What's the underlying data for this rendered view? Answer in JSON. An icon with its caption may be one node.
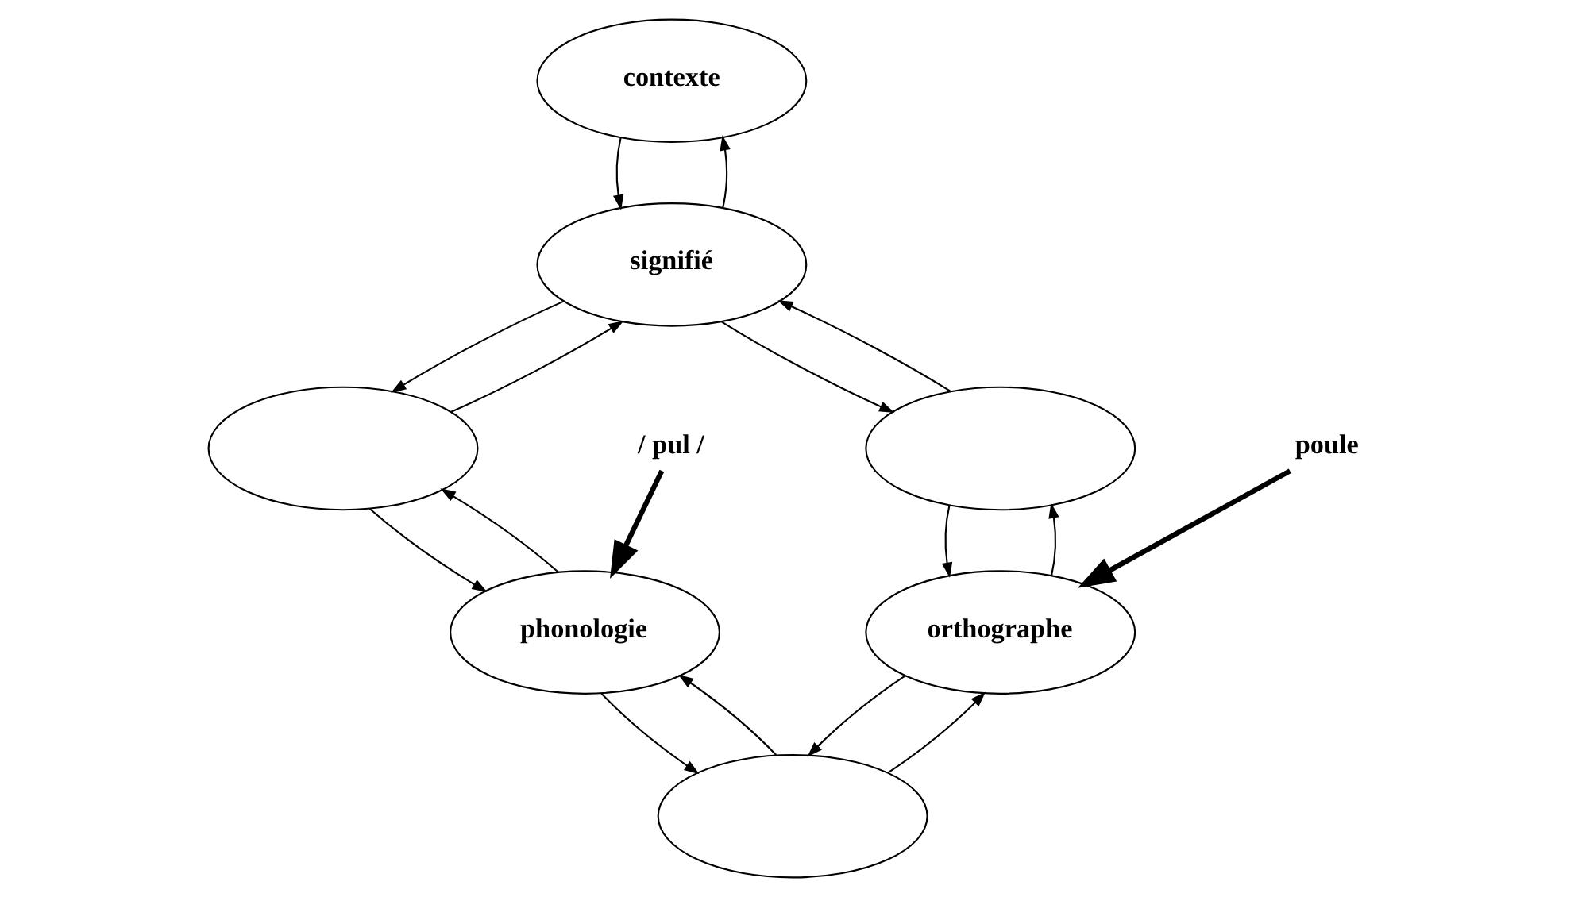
{
  "diagram": {
    "nodes": [
      {
        "text": [
          "contexte"
        ]
      },
      {
        "text": [
          "signifié"
        ]
      },
      {
        "text": [],
        "shape": "ellipse"
      },
      {
        "text": [],
        "shape": "ellipse"
      },
      {
        "text": [],
        "shape": "ellipse"
      },
      {
        "text": [
          "phonologie"
        ]
      },
      {
        "text": [
          "orthographe"
        ]
      },
      {
        "text": [
          "/ pul /"
        ]
      },
      {
        "text": [
          "poule"
        ]
      }
    ],
    "edges": [
      {
        "from": 0,
        "to": 1,
        "arrow": "to"
      },
      {
        "from": 1,
        "to": 0,
        "arrow": "to"
      },
      {
        "from": 1,
        "to": 3,
        "arrow": "to"
      },
      {
        "from": 3,
        "to": 1,
        "arrow": "to"
      },
      {
        "from": 1,
        "to": 2,
        "arrow": "to"
      },
      {
        "from": 2,
        "to": 1,
        "arrow": "to"
      },
      {
        "from": 2,
        "to": 5,
        "arrow": "to"
      },
      {
        "from": 5,
        "to": 2,
        "arrow": "to"
      },
      {
        "from": 4,
        "to": 5,
        "arrow": "to"
      },
      {
        "from": 5,
        "to": 4,
        "arrow": "to"
      },
      {
        "from": 4,
        "to": 6,
        "arrow": "to"
      },
      {
        "from": 6,
        "to": 4,
        "arrow": "to"
      },
      {
        "from": 3,
        "to": 6,
        "arrow": "to"
      },
      {
        "from": 6,
        "to": 3,
        "arrow": "to"
      },
      {
        "from": 7,
        "to": 5,
        "arrow": "to",
        "style": "thick"
      },
      {
        "from": 8,
        "to": 6,
        "arrow": "to",
        "style": "thick"
      }
    ]
  }
}
